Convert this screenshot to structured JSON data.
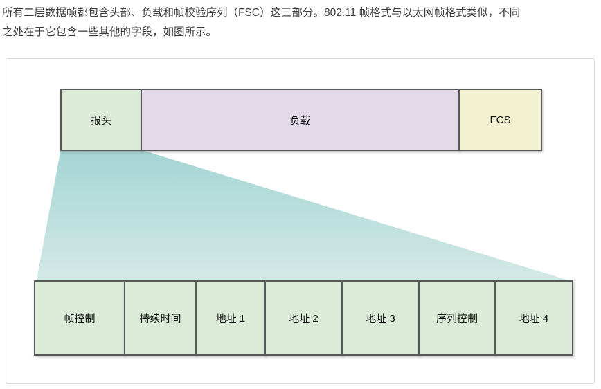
{
  "intro": {
    "lines": [
      "所有二层数据帧都包含头部、负载和帧校验序列（FSC）这三部分。802.11 帧格式与以太网帧格式类似，不同",
      "之处在于它包含一些其他的字段，如图所示。"
    ]
  },
  "diagram": {
    "top_row": {
      "header": {
        "label": "报头",
        "color": "#dcead8"
      },
      "payload": {
        "label": "负载",
        "color": "#e3dbe9"
      },
      "fcs": {
        "label": "FCS",
        "color": "#f2f2d2"
      }
    },
    "expanded_row": {
      "cells": [
        {
          "label": "帧控制",
          "color": "#dcead8"
        },
        {
          "label": "持续时间",
          "color": "#dcead8"
        },
        {
          "label": "地址 1",
          "color": "#dcead8"
        },
        {
          "label": "地址 2",
          "color": "#dcead8"
        },
        {
          "label": "地址 3",
          "color": "#dcead8"
        },
        {
          "label": "序列控制",
          "color": "#dcead8"
        },
        {
          "label": "地址 4",
          "color": "#dcead8"
        }
      ]
    },
    "connector": {
      "gradient_top": "#a4d5d4",
      "gradient_bottom": "#d4e9e6"
    },
    "box_border_color": "#58595b",
    "panel_border_color": "#d9d9d9"
  }
}
